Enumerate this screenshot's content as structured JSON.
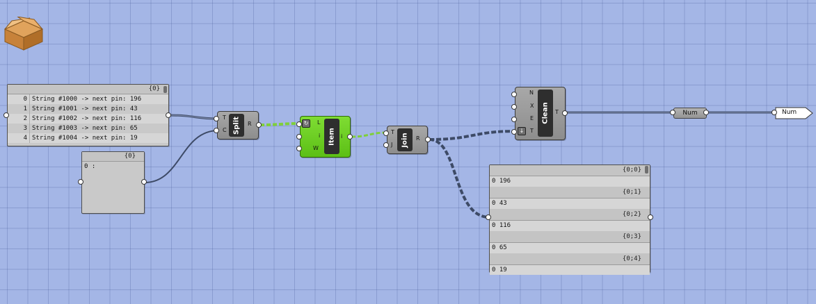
{
  "panel_input": {
    "path": "{0}",
    "rows": [
      {
        "index": "0",
        "text": "String #1000 -> next pin: 196"
      },
      {
        "index": "1",
        "text": "String #1001 -> next pin: 43"
      },
      {
        "index": "2",
        "text": "String #1002 -> next pin: 116"
      },
      {
        "index": "3",
        "text": "String #1003 -> next pin: 65"
      },
      {
        "index": "4",
        "text": "String #1004 -> next pin: 19"
      }
    ]
  },
  "panel_separator": {
    "path": "{0}",
    "row_index": "0",
    "row_text": ":"
  },
  "split": {
    "name": "Split",
    "inputs": [
      "T",
      "C"
    ],
    "output": "R"
  },
  "item": {
    "name": "Item",
    "inputs": [
      "L",
      "i",
      "W"
    ],
    "output": "i"
  },
  "join": {
    "name": "Join",
    "inputs": [
      "T",
      "J"
    ],
    "output": "R"
  },
  "clean": {
    "name": "Clean",
    "inputs": [
      "N",
      "X",
      "E",
      "T"
    ],
    "output": "T"
  },
  "num_param": {
    "label": "Num"
  },
  "num_relay": {
    "label": "Num"
  },
  "panel_output": {
    "branches": [
      {
        "path": "{0;0}",
        "index": "0",
        "value": "196"
      },
      {
        "path": "{0;1}",
        "index": "0",
        "value": "43"
      },
      {
        "path": "{0;2}",
        "index": "0",
        "value": "116"
      },
      {
        "path": "{0;3}",
        "index": "0",
        "value": "65"
      },
      {
        "path": "{0;4}",
        "index": "0",
        "value": "19"
      }
    ]
  },
  "colors": {
    "canvas": "#a4b6e6",
    "component": "#9a9a9a",
    "selected_component": "#6ccf22",
    "wire": "#3d4a66",
    "selected_wire": "#7fcf3a"
  },
  "icons": {
    "toolbox": "package-box-icon"
  }
}
